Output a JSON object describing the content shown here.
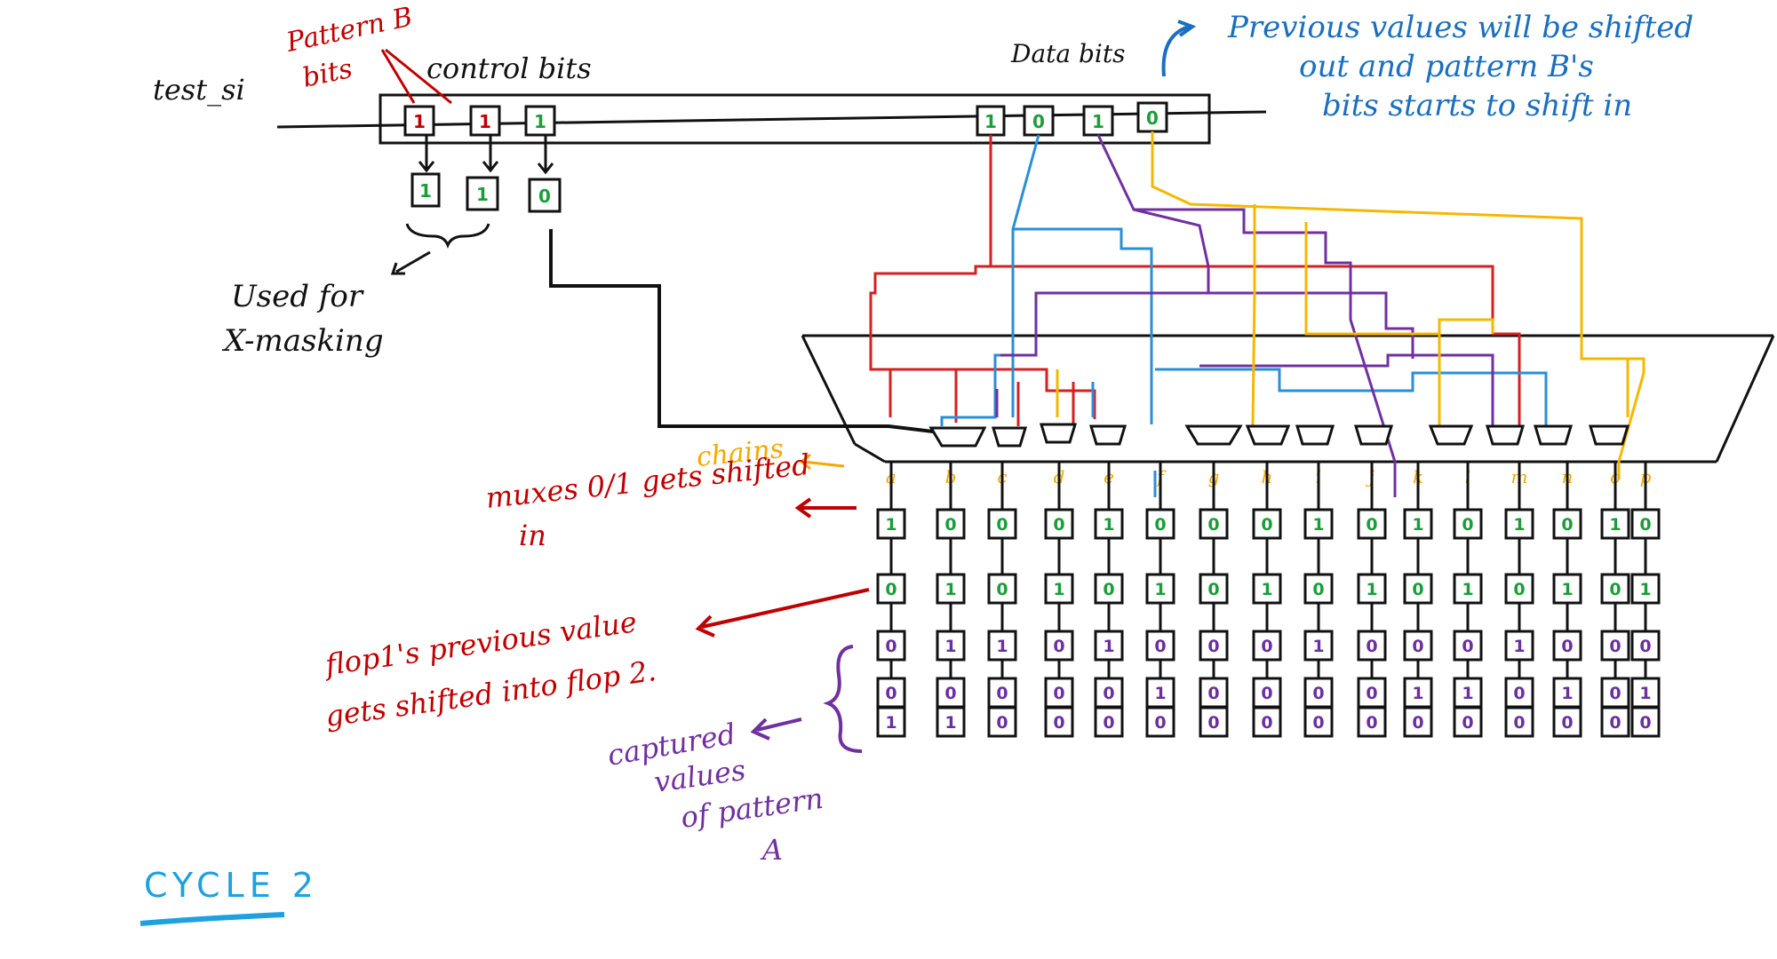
{
  "labels": {
    "test_si": "test_si",
    "pattern_b_line1": "Pattern B",
    "pattern_b_line2": "bits",
    "control_bits": "control bits",
    "data_bits": "Data bits",
    "note_line1": "Previous values will be shifted",
    "note_line2": "out and pattern B's",
    "note_line3": "bits starts to shift in",
    "used_for_line1": "Used for",
    "used_for_line2": "X-masking",
    "chains": "chains",
    "shifted_in_line1": "muxes 0/1 gets shifted",
    "shifted_in_line2": "in",
    "flop_line1": "flop1's previous value",
    "flop_line2": "gets shifted into flop 2.",
    "captured_line1": "captured",
    "captured_line2": "values",
    "captured_line3": "of pattern",
    "captured_line4": "A",
    "cycle": "CYCLE 2"
  },
  "control_bits": [
    "1",
    "1",
    "1"
  ],
  "control_bits_colors": [
    "#c00000",
    "#c00000",
    "#1a9e3a"
  ],
  "mask_bits": [
    "1",
    "1",
    "0"
  ],
  "data_bits": [
    "1",
    "0",
    "1",
    "0"
  ],
  "chain_letters": [
    "a",
    "b",
    "c",
    "d",
    "e",
    "f",
    "g",
    "h",
    "i",
    "j",
    "k",
    "l",
    "m",
    "n",
    "o",
    "p"
  ],
  "flop_rows": [
    [
      "1",
      "0",
      "0",
      "0",
      "1",
      "0",
      "0",
      "0",
      "1",
      "0",
      "1",
      "0",
      "1",
      "0",
      "1",
      "0"
    ],
    [
      "0",
      "1",
      "0",
      "1",
      "0",
      "1",
      "0",
      "1",
      "0",
      "1",
      "0",
      "1",
      "0",
      "1",
      "0",
      "1"
    ],
    [
      "0",
      "1",
      "1",
      "0",
      "1",
      "0",
      "0",
      "0",
      "1",
      "0",
      "0",
      "0",
      "1",
      "0",
      "0",
      "0"
    ],
    [
      "0",
      "0",
      "0",
      "0",
      "0",
      "1",
      "0",
      "0",
      "0",
      "0",
      "1",
      "1",
      "0",
      "1",
      "0",
      "1"
    ],
    [
      "1",
      "1",
      "0",
      "0",
      "0",
      "0",
      "0",
      "0",
      "0",
      "0",
      "0",
      "0",
      "0",
      "0",
      "0",
      "0"
    ]
  ],
  "colors": {
    "ink": "#111111",
    "bit_green": "#1a9e3a",
    "bit_purple": "#6a2fa0",
    "wire_red": "#d62020",
    "wire_blue": "#2a8fd6",
    "wire_purple": "#7030a0",
    "wire_yellow": "#f5b800",
    "note_blue": "#1a6fc0",
    "note_red": "#c00000",
    "chains_orange": "#f5a800",
    "cycle_blue": "#1fa0e0"
  }
}
